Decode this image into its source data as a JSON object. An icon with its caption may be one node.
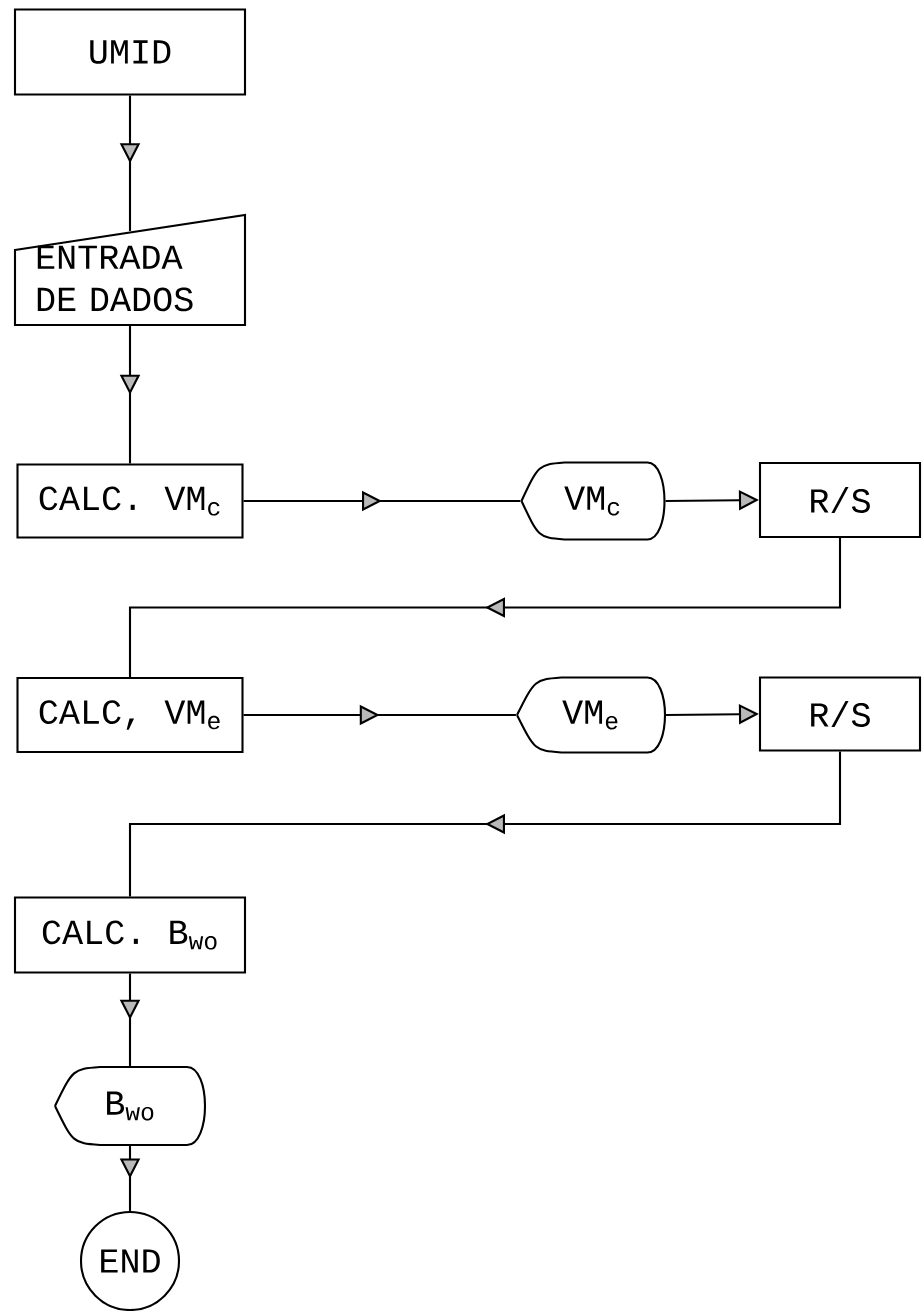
{
  "diagram": {
    "nodes": [
      {
        "text": [
          "UMID"
        ]
      },
      {
        "text": [
          "ENTRADA DE DADOS"
        ]
      },
      {
        "text": [
          "CALC. VM$_{c}$"
        ]
      },
      {
        "text": [
          "VM$_{c}$"
        ]
      },
      {
        "text": [
          "R/S"
        ]
      },
      {
        "text": [
          "CALC, VM$_{e}$"
        ]
      },
      {
        "text": [
          "VM$_{e}$"
        ]
      },
      {
        "text": [
          "R/S"
        ]
      },
      {
        "text": [
          "CALC. B$_{wo}$"
        ]
      },
      {
        "text": [
          "B$_{wo}$"
        ]
      },
      {
        "text": [
          "END"
        ]
      }
    ],
    "edges": [
      {
        "from": 0,
        "to": 1,
        "arrow": "to"
      },
      {
        "from": 1,
        "to": 2,
        "arrow": "to"
      },
      {
        "from": 2,
        "to": 3,
        "arrow": "to"
      },
      {
        "from": 3,
        "to": 4,
        "arrow": "to"
      },
      {
        "from": 4,
        "to": 5,
        "arrow": "to"
      },
      {
        "from": 5,
        "to": 6,
        "arrow": "to"
      },
      {
        "from": 6,
        "to": 7,
        "arrow": "to"
      },
      {
        "from": 7,
        "to": 8,
        "arrow": "to"
      },
      {
        "from": 8,
        "to": 9,
        "arrow": "to"
      },
      {
        "from": 9,
        "to": 10,
        "arrow": "to"
      }
    ]
  }
}
